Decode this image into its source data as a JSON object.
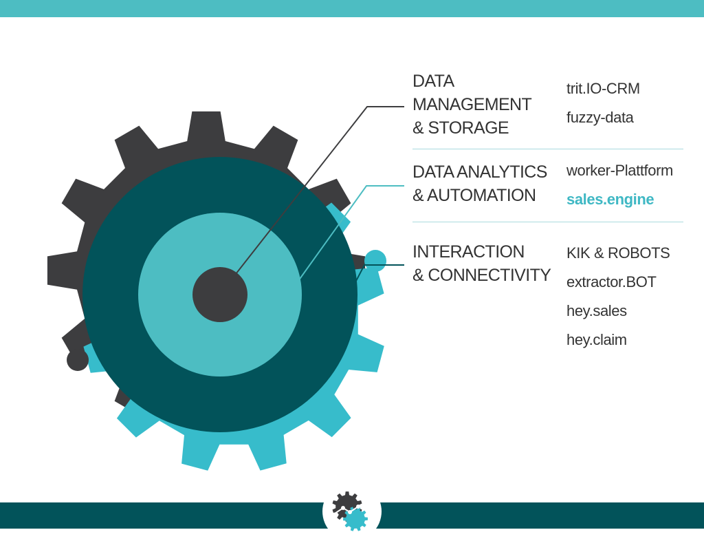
{
  "colors": {
    "dark_gear": "#3d3d3f",
    "teal_gear": "#37bccb",
    "outer_ring": "#02535a",
    "middle_ring": "#4dbdc2",
    "accent_text": "#3fb8c4",
    "text": "#333333",
    "top_bar": "#4dbdc2",
    "bottom_bar": "#02535a"
  },
  "layers": [
    {
      "category": "DATA\nMANAGEMENT\n& STORAGE",
      "items": [
        {
          "text": "trit.IO-CRM",
          "highlight": false
        },
        {
          "text": "fuzzy-data",
          "highlight": false
        }
      ]
    },
    {
      "category": "DATA ANALYTICS\n& AUTOMATION",
      "items": [
        {
          "text": "worker-Plattform",
          "highlight": false
        },
        {
          "text": "sales.engine",
          "highlight": true
        }
      ]
    },
    {
      "category": "INTERACTION\n& CONNECTIVITY",
      "items": [
        {
          "text": "KIK & ROBOTS",
          "highlight": false
        },
        {
          "text": "extractor.BOT",
          "highlight": false
        },
        {
          "text": "hey.sales",
          "highlight": false
        },
        {
          "text": "hey.claim",
          "highlight": false
        }
      ]
    }
  ],
  "logo": {
    "icon": "gears-logo-icon"
  }
}
